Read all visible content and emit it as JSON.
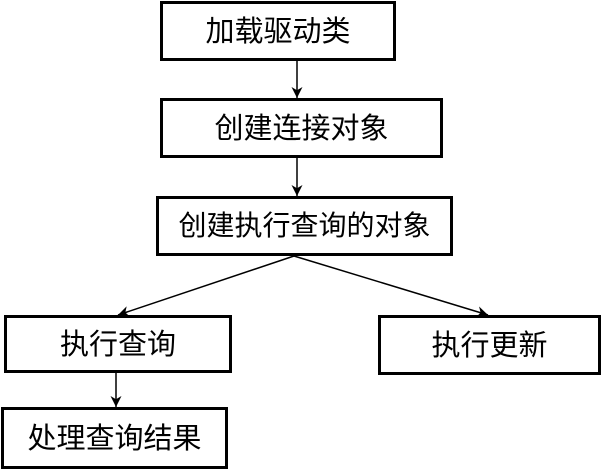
{
  "nodes": {
    "load_driver": "加载驱动类",
    "create_connection": "创建连接对象",
    "create_statement": "创建执行查询的对象",
    "execute_query": "执行查询",
    "execute_update": "执行更新",
    "process_results": "处理查询结果"
  },
  "edges": [
    [
      "load_driver",
      "create_connection"
    ],
    [
      "create_connection",
      "create_statement"
    ],
    [
      "create_statement",
      "execute_query"
    ],
    [
      "create_statement",
      "execute_update"
    ],
    [
      "execute_query",
      "process_results"
    ]
  ],
  "colors": {
    "stroke": "#000000",
    "background": "#ffffff"
  }
}
